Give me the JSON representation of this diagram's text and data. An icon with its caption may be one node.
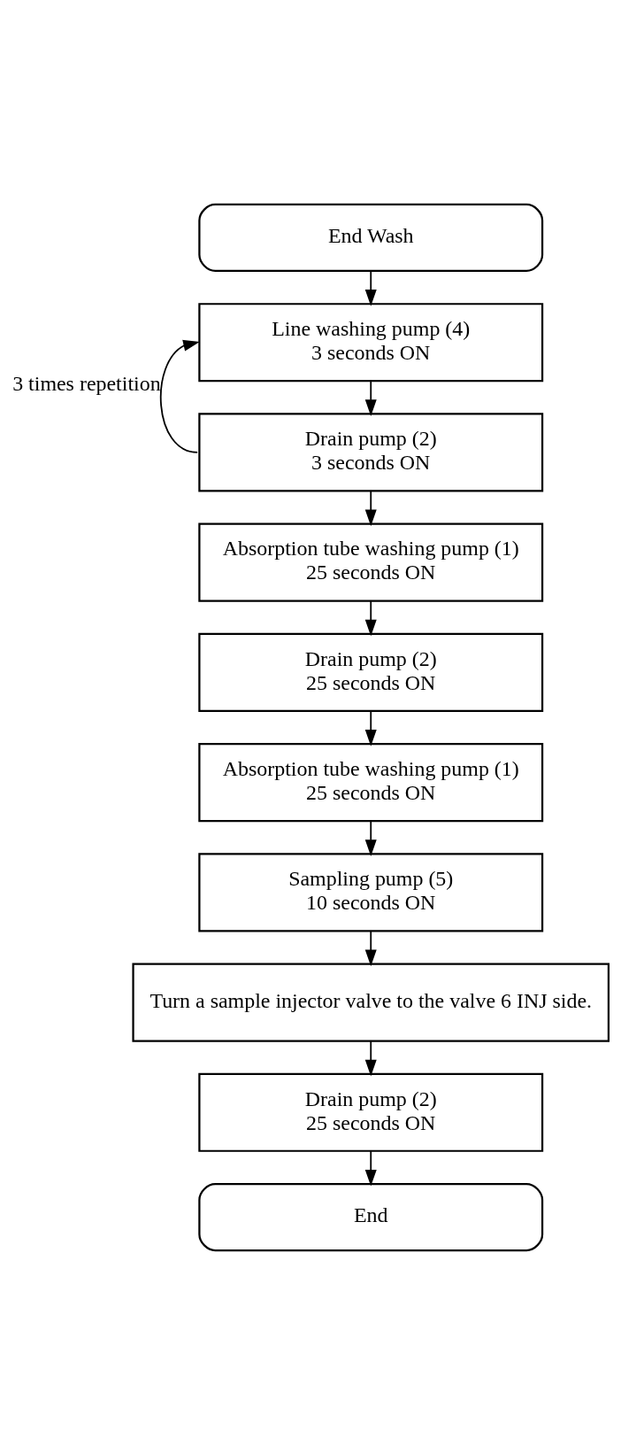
{
  "diagram": {
    "nodes": [
      {
        "text": [
          "End Wash"
        ]
      },
      {
        "text": [
          "Line washing pump (4)",
          "3 seconds ON"
        ]
      },
      {
        "text": [
          "Drain pump (2)",
          "3 seconds ON"
        ]
      },
      {
        "text": [
          "Absorption tube washing pump (1)",
          "25 seconds ON"
        ]
      },
      {
        "text": [
          "Drain pump (2)",
          "25 seconds ON"
        ]
      },
      {
        "text": [
          "Absorption tube washing pump (1)",
          "25 seconds ON"
        ]
      },
      {
        "text": [
          "Sampling pump (5)",
          "10 seconds ON"
        ]
      },
      {
        "text": [
          "Turn a sample injector valve to the valve 6 INJ side."
        ]
      },
      {
        "text": [
          "Drain pump (2)",
          "25 seconds ON"
        ]
      },
      {
        "text": [
          "End"
        ]
      }
    ],
    "edges": [
      {
        "from": 0,
        "to": 1,
        "arrow": "to"
      },
      {
        "from": 1,
        "to": 2,
        "arrow": "to"
      },
      {
        "from": 2,
        "to": 1,
        "arrow": "to",
        "label": "3 times repetition"
      },
      {
        "from": 2,
        "to": 3,
        "arrow": "to"
      },
      {
        "from": 3,
        "to": 4,
        "arrow": "to"
      },
      {
        "from": 4,
        "to": 5,
        "arrow": "to"
      },
      {
        "from": 5,
        "to": 6,
        "arrow": "to"
      },
      {
        "from": 6,
        "to": 7,
        "arrow": "to"
      },
      {
        "from": 7,
        "to": 8,
        "arrow": "to"
      },
      {
        "from": 8,
        "to": 9,
        "arrow": "to"
      }
    ]
  }
}
